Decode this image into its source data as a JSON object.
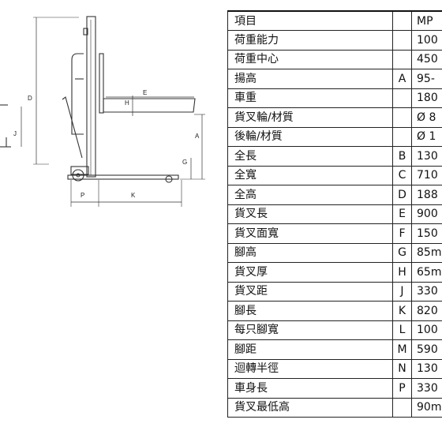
{
  "drawing": {
    "dimension_labels": {
      "D": "D",
      "E": "E",
      "H": "H",
      "A": "A",
      "G": "G",
      "J": "J",
      "P": "P",
      "K": "K"
    }
  },
  "spec_table": {
    "rows": [
      {
        "name": "項目",
        "code": "",
        "value": "MP"
      },
      {
        "name": "荷重能力",
        "code": "",
        "value": "100"
      },
      {
        "name": "荷重中心",
        "code": "",
        "value": "450"
      },
      {
        "name": "揚高",
        "code": "A",
        "value": "95-"
      },
      {
        "name": "車重",
        "code": "",
        "value": "180"
      },
      {
        "name": "貨叉輪/材質",
        "code": "",
        "value": "Ø 8"
      },
      {
        "name": "後輪/材質",
        "code": "",
        "value": "Ø 1"
      },
      {
        "name": "全長",
        "code": "B",
        "value": "130"
      },
      {
        "name": "全寬",
        "code": "C",
        "value": "710"
      },
      {
        "name": "全高",
        "code": "D",
        "value": "188"
      },
      {
        "name": "貨叉長",
        "code": "E",
        "value": "900"
      },
      {
        "name": "貨叉面寬",
        "code": "F",
        "value": "150"
      },
      {
        "name": "腳高",
        "code": "G",
        "value": "85m"
      },
      {
        "name": "貨叉厚",
        "code": "H",
        "value": "65m"
      },
      {
        "name": "貨叉距",
        "code": "J",
        "value": "330"
      },
      {
        "name": "腳長",
        "code": "K",
        "value": "820"
      },
      {
        "name": "每只腳寬",
        "code": "L",
        "value": "100"
      },
      {
        "name": "腳距",
        "code": "M",
        "value": "590"
      },
      {
        "name": "迴轉半徑",
        "code": "N",
        "value": "130"
      },
      {
        "name": "車身長",
        "code": "P",
        "value": "330"
      },
      {
        "name": "貨叉最低高",
        "code": "",
        "value": "90m"
      }
    ]
  }
}
